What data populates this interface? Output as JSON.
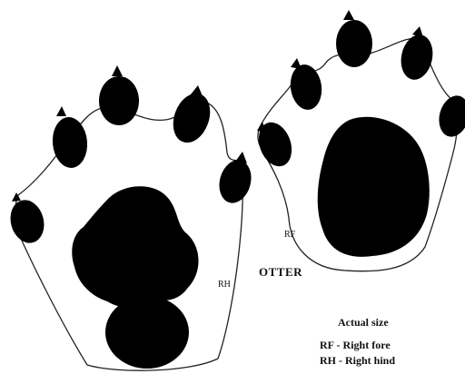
{
  "title": "OTTER",
  "hind_label": "RH",
  "fore_label": "RF",
  "scale_note": "Actual size",
  "legend": [
    {
      "abbr": "RF",
      "text": "RF - Right fore"
    },
    {
      "abbr": "RH",
      "text": "RH - Right hind"
    }
  ],
  "colors": {
    "ink": "#000000",
    "paper": "#ffffff",
    "outline": "#222222"
  }
}
